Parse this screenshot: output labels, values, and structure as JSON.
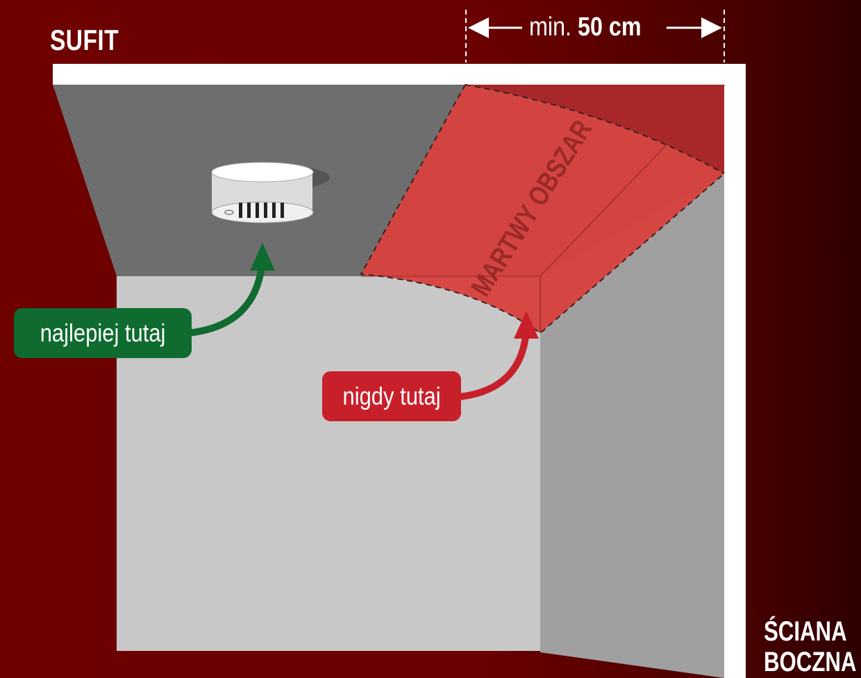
{
  "labels": {
    "ceiling": "SUFIT",
    "side_wall_line1": "ŚCIANA",
    "side_wall_line2": "BOCZNA",
    "dead_zone": "MARTWY OBSZAR",
    "best_here": "najlepiej tutaj",
    "never_here": "nigdy tutaj"
  },
  "measure": {
    "prefix": "min.",
    "value": "50 cm"
  },
  "colors": {
    "background": "#6b0000",
    "ceiling": "#6e6e6e",
    "back_wall": "#c8c8c8",
    "side_wall": "#a0a0a0",
    "dead_zone": "#e04a44",
    "good": "#0f6b2f",
    "bad": "#c8202a"
  },
  "icons": {
    "detector": "smoke-detector-icon"
  }
}
